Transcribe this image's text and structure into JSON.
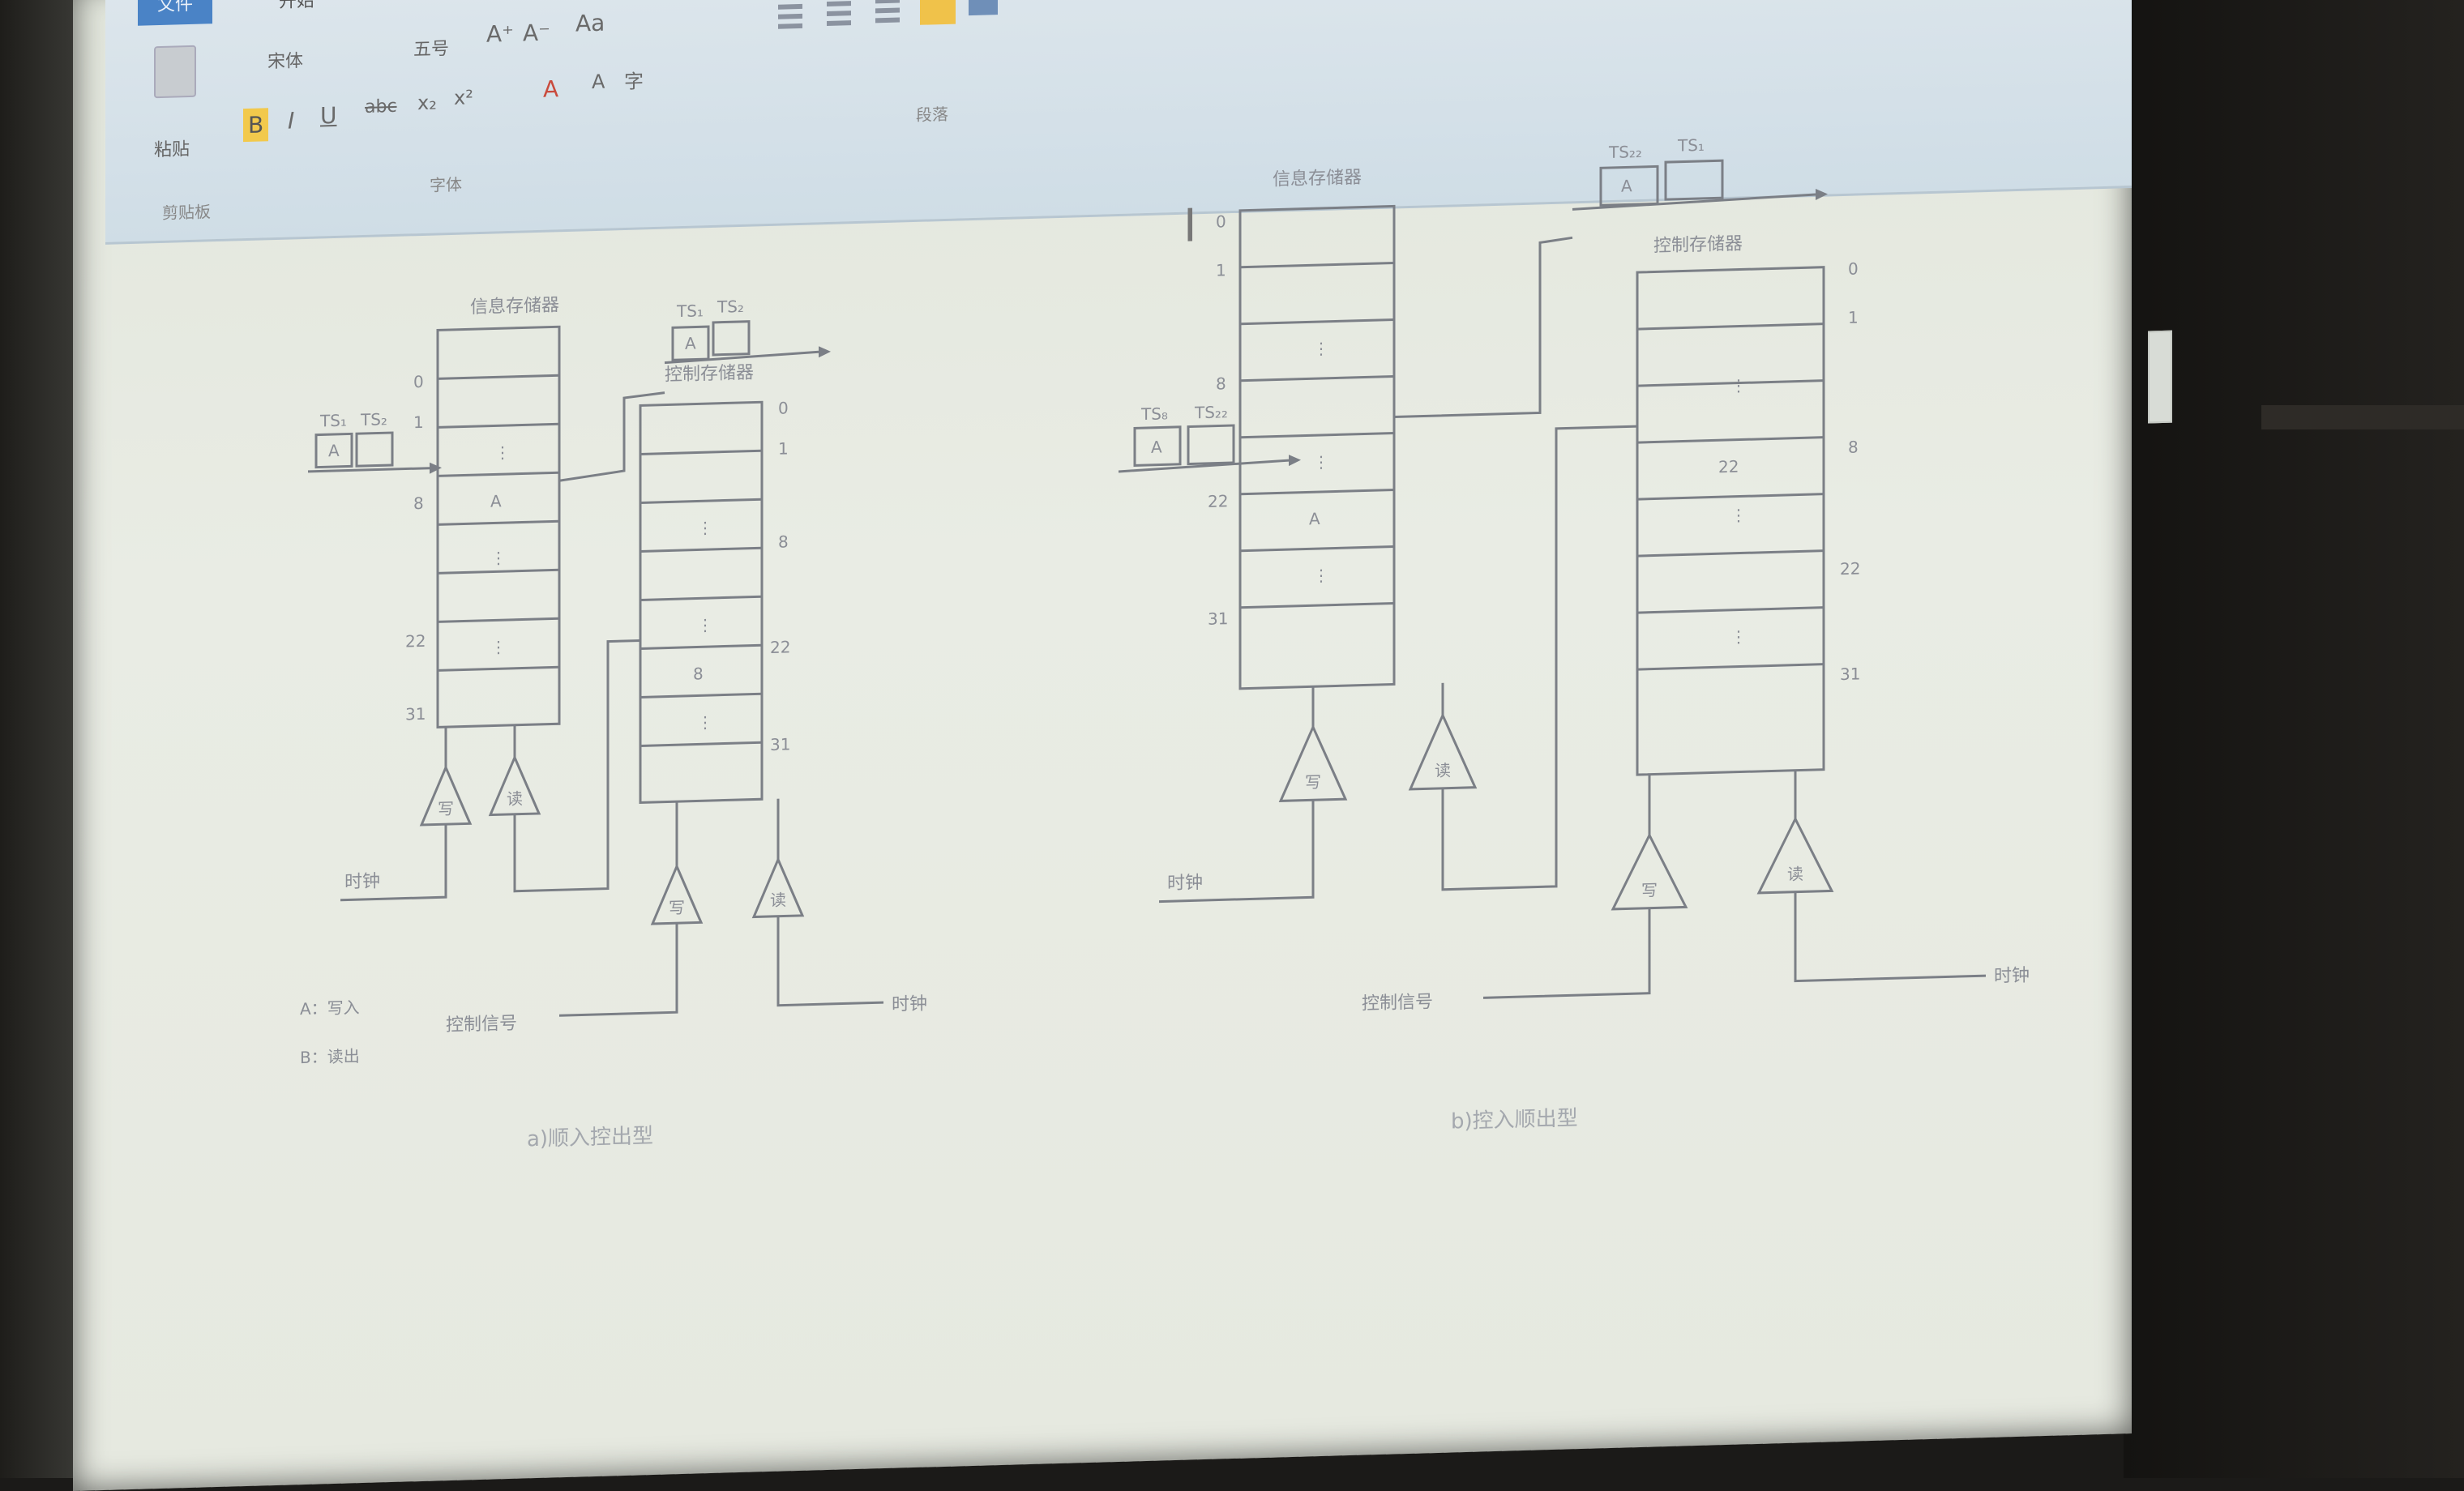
{
  "ribbon": {
    "tabs": [
      {
        "label": "文件"
      },
      {
        "label": "开始"
      }
    ],
    "font_name": "宋体",
    "font_size": "五号",
    "paste_label": "粘贴",
    "groups": {
      "clipboard": "剪贴板",
      "font": "字体",
      "paragraph": "段落"
    },
    "buttons": {
      "bold": "B",
      "italic": "I",
      "underline": "U",
      "strike": "abc",
      "subscript": "x₂",
      "superscript": "x²",
      "grow": "A⁺",
      "shrink": "A⁻",
      "case": "Aa",
      "font_color": "A",
      "char_shading": "A",
      "phonetic": "字"
    }
  },
  "diagram_left": {
    "info_memory": "信息存储器",
    "control_memory": "控制存储器",
    "ts_in": [
      "A",
      "TS₁",
      "TS₂"
    ],
    "ts_out": [
      "A",
      "TS₁",
      "TS₂"
    ],
    "info_addresses": [
      "0",
      "1",
      "8",
      "22",
      "31"
    ],
    "info_cell_marks": [
      "⋮",
      "A",
      "⋮",
      "⋮"
    ],
    "control_addresses": [
      "0",
      "1",
      "8",
      "22",
      "31"
    ],
    "control_cell_marks": [
      "⋮",
      "⋮",
      "8",
      "⋮"
    ],
    "amp_write": "写",
    "amp_read": "读",
    "clock": "时钟",
    "control_signal": "控制信号",
    "legend": [
      "A：写入",
      "B：读出"
    ],
    "caption": "a)顺入控出型"
  },
  "diagram_right": {
    "info_memory": "信息存储器",
    "control_memory": "控制存储器",
    "ts_in": [
      "A",
      "TS₈",
      "TS₂₂"
    ],
    "ts_out": [
      "A",
      "TS₂₂",
      "TS₁"
    ],
    "info_addresses": [
      "0",
      "1",
      "8",
      "22",
      "31"
    ],
    "info_cell_marks": [
      "⋮",
      "⋮",
      "A",
      "⋮"
    ],
    "control_addresses": [
      "0",
      "1",
      "8",
      "22",
      "31"
    ],
    "control_cell_marks": [
      "⋮",
      "22",
      "⋮",
      "⋮"
    ],
    "amp_write": "写",
    "amp_read": "读",
    "clock": "时钟",
    "control_signal": "控制信号",
    "clock_right": "时钟",
    "caption": "b)控入顺出型"
  }
}
